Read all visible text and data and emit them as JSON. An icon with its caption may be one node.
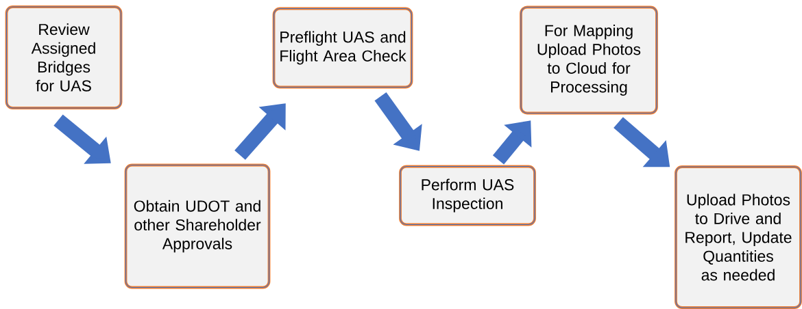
{
  "diagram": {
    "nodes": [
      {
        "text": [
          "Review Assigned Bridges for UAS"
        ]
      },
      {
        "text": [
          "Obtain UDOT and other Shareholder Approvals"
        ]
      },
      {
        "text": [
          "Preflight UAS and Flight Area Check"
        ]
      },
      {
        "text": [
          "Perform UAS Inspection"
        ]
      },
      {
        "text": [
          "For Mapping Upload Photos to Cloud for Processing"
        ]
      },
      {
        "text": [
          "Upload Photos to Drive and Report, Update Quantities as needed"
        ]
      }
    ],
    "edges": [
      {
        "from": 0,
        "to": 1,
        "arrow": "to"
      },
      {
        "from": 1,
        "to": 2,
        "arrow": "to"
      },
      {
        "from": 2,
        "to": 3,
        "arrow": "to"
      },
      {
        "from": 3,
        "to": 4,
        "arrow": "to"
      },
      {
        "from": 4,
        "to": 5,
        "arrow": "to"
      }
    ]
  }
}
